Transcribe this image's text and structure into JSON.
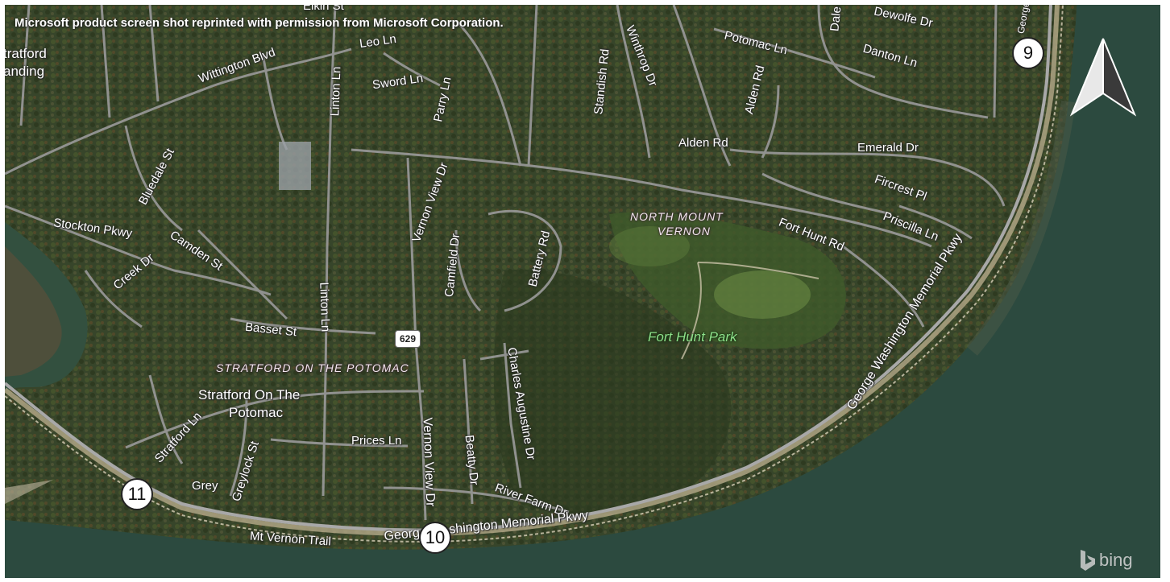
{
  "map": {
    "copyright": "Microsoft product screen shot reprinted with permission from Microsoft Corporation.",
    "provider": "bing",
    "water_color": "#2c4a3f",
    "land_color": "#39472a",
    "road_color": "#9a9a9a",
    "park_label_color": "#8ee08a",
    "neighborhoods": [
      "NORTH MOUNT",
      "VERNON",
      "STRATFORD ON THE POTOMAC"
    ],
    "places": {
      "park": "Fort Hunt Park",
      "town_line1": "Stratford On The",
      "town_line2": "Potomac",
      "edge_top": "tratford",
      "edge_bottom": "anding"
    },
    "shield": "629",
    "markers": [
      "9",
      "10",
      "11"
    ],
    "streets": {
      "wittington": "Wittington Blvd",
      "leo": "Leo Ln",
      "sword": "Sword Ln",
      "parry": "Parry Ln",
      "elkin": "Elkin St",
      "linton_top": "Linton Ln",
      "linton_mid": "Linton Ln",
      "potomac": "Potomac Ln",
      "winthrop": "Winthrop Dr",
      "standish": "Standish Rd",
      "alden_rd_v": "Alden Rd",
      "alden_rd": "Alden Rd",
      "danton": "Danton Ln",
      "dewolfe": "Dewolfe Dr",
      "emerald": "Emerald Dr",
      "fircrest": "Fircrest Pl",
      "priscilla": "Priscilla Ln",
      "fort_hunt": "Fort Hunt Rd",
      "bluedale": "Bluedale St",
      "stockton": "Stockton Pkwy",
      "camden": "Camden St",
      "creek": "Creek Dr",
      "basset": "Basset St",
      "vernon_view_top": "Vernon View Dr",
      "camfield": "Camfield Dr",
      "battery": "Battery Rd",
      "charles": "Charles Augustine Dr",
      "beatty": "Beatty Dr",
      "vernon_view": "Vernon View Dr",
      "prices": "Prices Ln",
      "stratford": "Stratford Ln",
      "greylock": "Greylock St",
      "grey": "Grey",
      "river_farm": "River Farm Dr",
      "mt_vernon_trail": "Mt Vernon Trail",
      "gw_pkwy_bottom": "George Washington Memorial Pkwy",
      "gw_pkwy_right": "George Washington Memorial Pkwy",
      "george_top": "George",
      "dale": "Dale"
    }
  }
}
